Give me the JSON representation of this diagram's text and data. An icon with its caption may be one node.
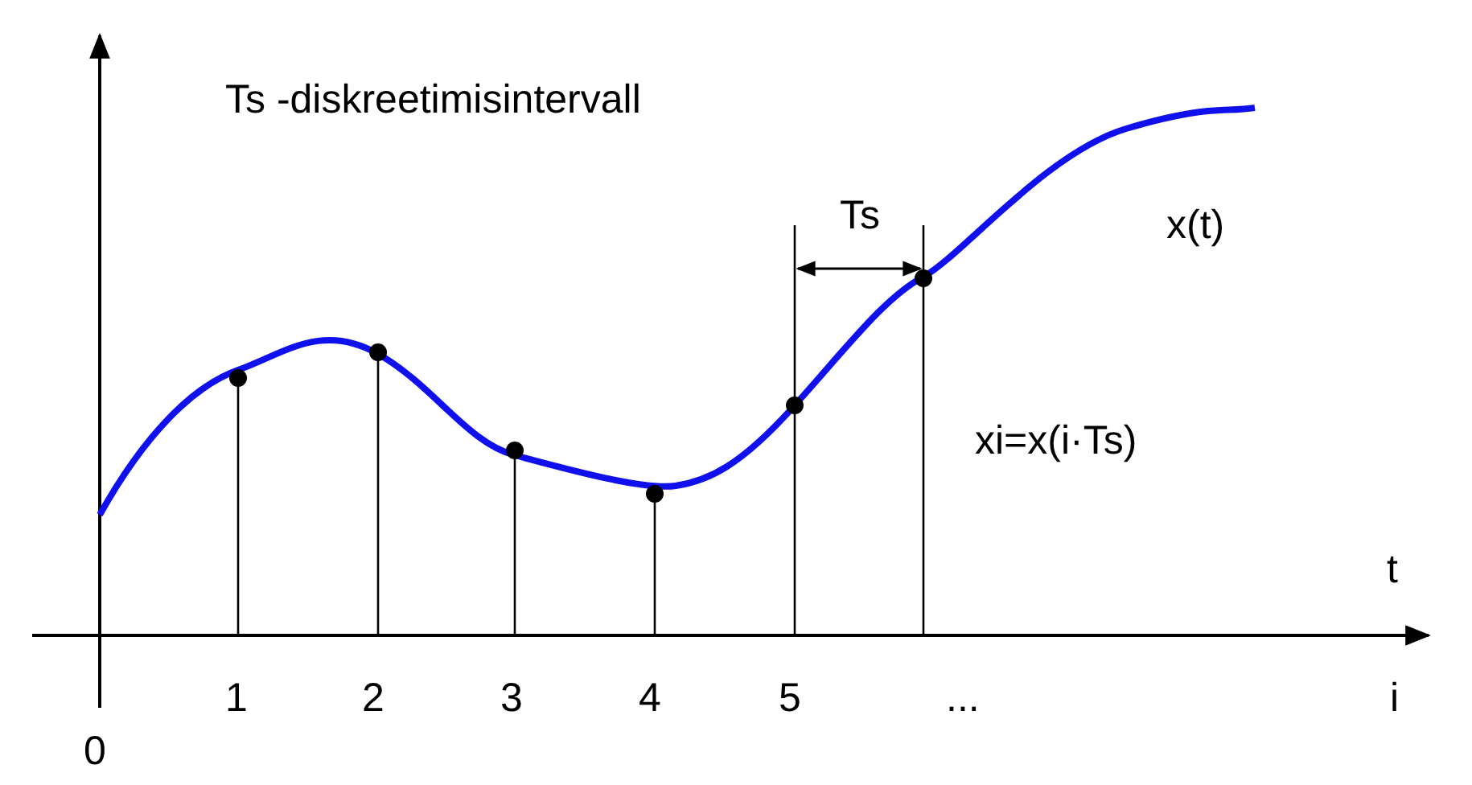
{
  "diagram": {
    "labels": [
      "Ts -diskreetimisintervall",
      "Ts",
      "x(t)",
      "xi=x(i·Ts)",
      "t",
      "0",
      "1",
      "2",
      "3",
      "4",
      "5",
      "...",
      "i"
    ]
  }
}
